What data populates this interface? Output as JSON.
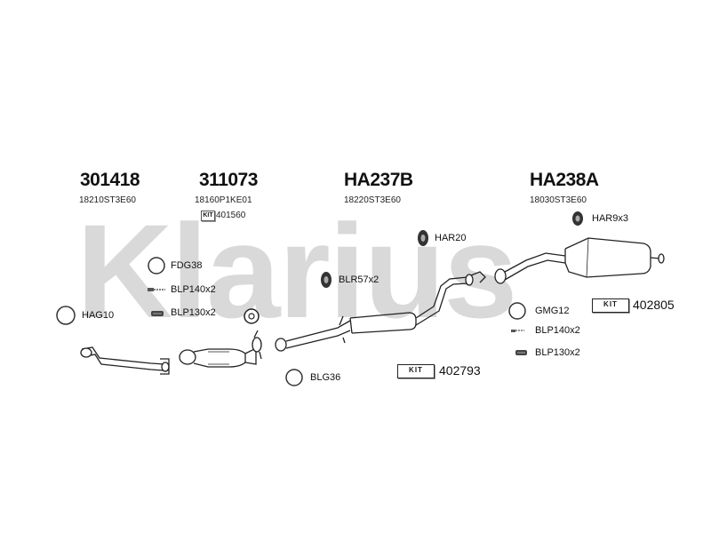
{
  "watermark": "Klarius",
  "groups": [
    {
      "code": "301418",
      "ref": "18210ST3E60"
    },
    {
      "code": "311073",
      "ref": "18160P1KE01",
      "kit_ref": "401560"
    },
    {
      "code": "HA237B",
      "ref": "18220ST3E60"
    },
    {
      "code": "HA238A",
      "ref": "18030ST3E60"
    }
  ],
  "parts": {
    "fdg38": "FDG38",
    "blp140_left": "BLP140x2",
    "blp130_left": "BLP130x2",
    "hag10": "HAG10",
    "blr57": "BLR57x2",
    "har20": "HAR20",
    "har9": "HAR9x3",
    "gmg12": "GMG12",
    "blp140_right": "BLP140x2",
    "blp130_right": "BLP130x2",
    "blg36": "BLG36"
  },
  "kits": {
    "label": "KIT",
    "center": "402793",
    "right": "402805"
  },
  "colors": {
    "watermark": "#d9d9d9",
    "line": "#222222"
  }
}
